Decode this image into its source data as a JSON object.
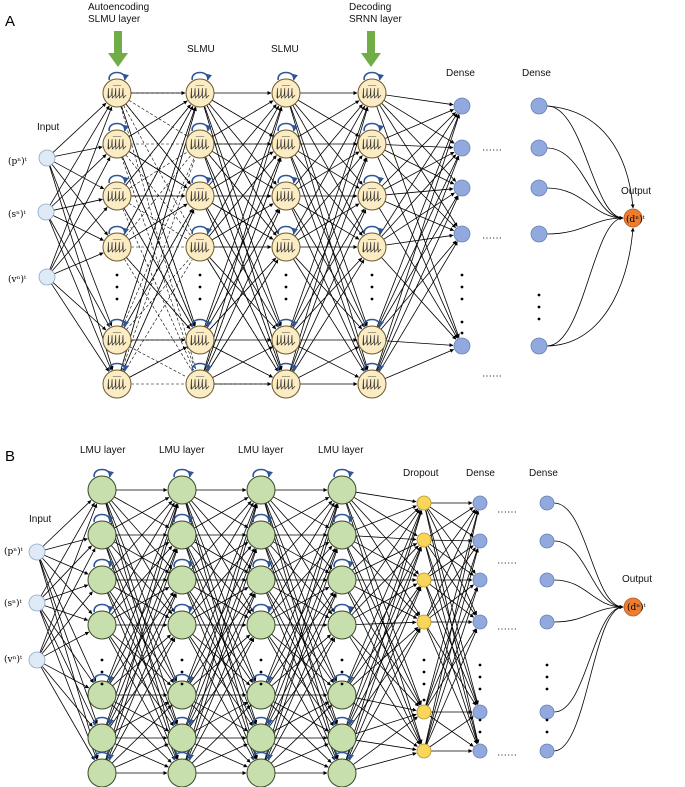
{
  "panel_a": {
    "panel_label": "A",
    "arrow_top_1": "Autoencoding",
    "arrow_bottom_1": "SLMU layer",
    "arrow_top_2": "Decoding",
    "arrow_bottom_2": "SRNN layer",
    "layer_slmu_1": "SLMU",
    "layer_slmu_2": "SLMU",
    "layer_dense_1": "Dense",
    "layer_dense_2": "Dense",
    "input_label": "Input",
    "output_label": "Output",
    "input_p": "(pⁿ)ᵗ",
    "input_s": "(sⁿ)ᵗ",
    "input_v": "(vⁿ)ᵗ",
    "output_d": "(dⁿ)ᵗ",
    "ellipsis": "⋯⋯"
  },
  "panel_b": {
    "panel_label": "B",
    "layer_lmu_1": "LMU layer",
    "layer_lmu_2": "LMU layer",
    "layer_lmu_3": "LMU layer",
    "layer_lmu_4": "LMU layer",
    "layer_dropout": "Dropout",
    "layer_dense_1": "Dense",
    "layer_dense_2": "Dense",
    "input_label": "Input",
    "output_label": "Output",
    "input_p": "(pⁿ)ᵗ",
    "input_s": "(sⁿ)ᵗ",
    "input_v": "(vⁿ)ᵗ",
    "output_d": "(dⁿ)ᵗ",
    "ellipsis": "⋯⋯"
  },
  "colors": {
    "slmu_fill": "#fcecc4",
    "slmu_stroke": "#6b5a2e",
    "lmu_fill": "#c6dfad",
    "lmu_stroke": "#3a4a2e",
    "dense_fill": "#91a9dc",
    "dropout_fill": "#fad55b",
    "output_fill": "#ed7d31",
    "input_fill": "#deeaf6",
    "loop_color": "#2e5597",
    "arrow_green": "#70ad47"
  }
}
